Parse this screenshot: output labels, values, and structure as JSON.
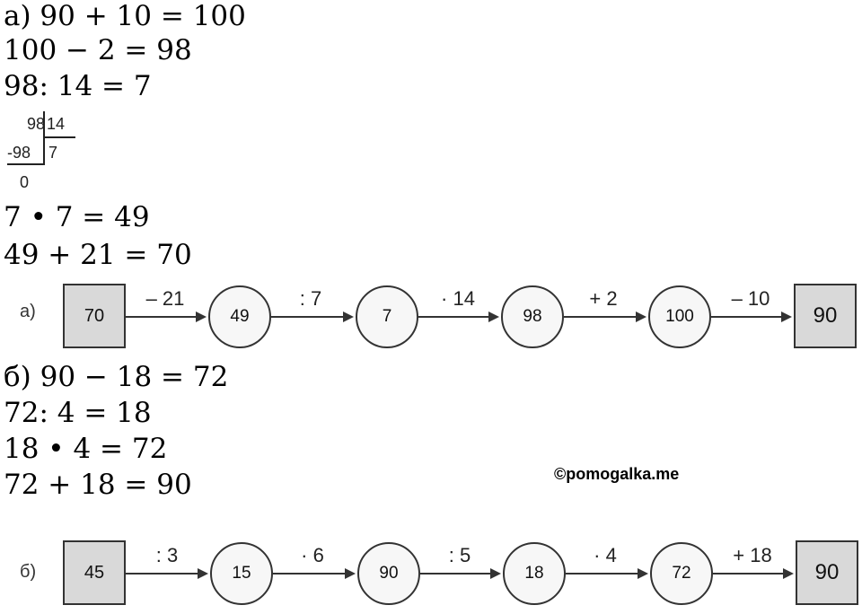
{
  "part_a": {
    "lines": [
      "а) 90 + 10 = 100",
      "100 − 2 = 98",
      "98: 14 = 7"
    ],
    "long_division": {
      "dividend": "98",
      "divisor": "14",
      "subtrahend": "-98",
      "quotient": "7",
      "remainder": "0"
    },
    "lines_after": [
      "7 • 7 = 49",
      "49 + 21 = 70"
    ]
  },
  "chain_a": {
    "label": "а)",
    "start": "70",
    "steps": [
      {
        "op": "– 21",
        "value": "49"
      },
      {
        "op": ": 7",
        "value": "7"
      },
      {
        "op": "· 14",
        "value": "98"
      },
      {
        "op": "+ 2",
        "value": "100"
      },
      {
        "op": "– 10",
        "value": "90"
      }
    ]
  },
  "part_b": {
    "lines": [
      "б) 90 − 18 = 72",
      "72: 4 = 18",
      "18 • 4 = 72",
      "72 + 18 = 90"
    ]
  },
  "watermark": "©pomogalka.me",
  "chain_b": {
    "label": "б)",
    "start": "45",
    "steps": [
      {
        "op": ": 3",
        "value": "15"
      },
      {
        "op": "· 6",
        "value": "90"
      },
      {
        "op": ": 5",
        "value": "18"
      },
      {
        "op": "· 4",
        "value": "72"
      },
      {
        "op": "+ 18",
        "value": "90"
      }
    ]
  }
}
